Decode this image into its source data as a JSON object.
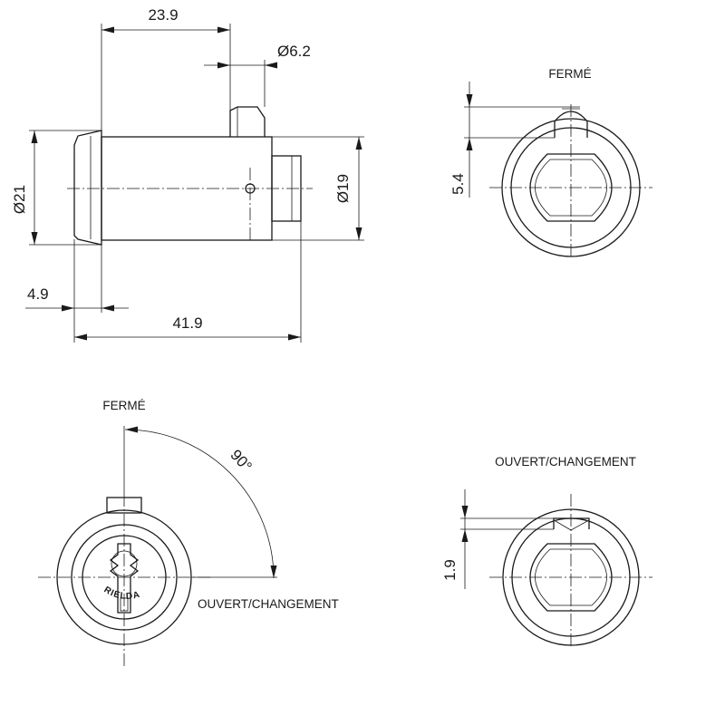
{
  "side_view": {
    "dim_body_length": "23.9",
    "dim_cam_width": "Ø6.2",
    "dim_flange_diameter": "Ø21",
    "dim_shank_diameter": "Ø19",
    "dim_flange_thickness": "4.9",
    "dim_total_length": "41.9"
  },
  "view_closed": {
    "label": "FERMÉ",
    "dim_cam_offset": "5.4"
  },
  "front_view": {
    "label_closed": "FERMÉ",
    "label_open": "OUVERT/CHANGEMENT",
    "angle": "90°",
    "brand": "RIELDA"
  },
  "view_open": {
    "label": "OUVERT/CHANGEMENT",
    "dim_cam_offset": "1.9"
  }
}
